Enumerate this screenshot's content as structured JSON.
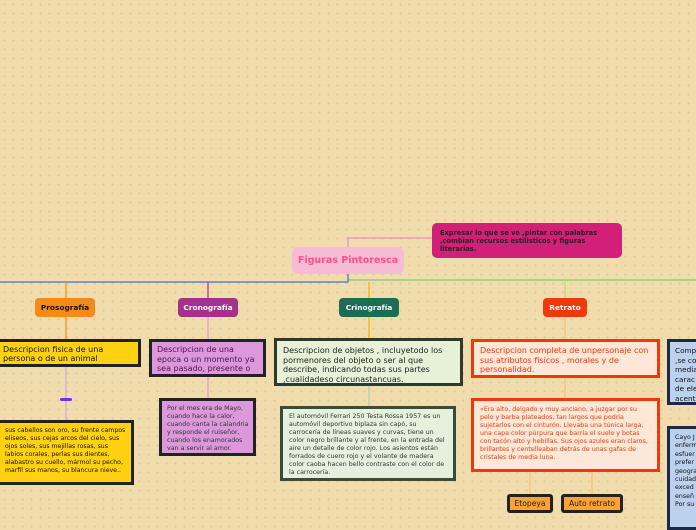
{
  "central": "Figuras Pintoresca",
  "callout": "Expresar lo que se ve ,pintar con palabras ,combian recursos estilisticos y figuras literarias.",
  "branches": {
    "prosografia": "Prosografía",
    "cronografia": "Cronografía",
    "crinografia": "Crinografía",
    "retrato": "Retrato"
  },
  "cards": {
    "prosografia_desc": "Descripcion fisica de una persona o de un animal",
    "prosografia_example": "sus cabellos son oro, su frente campos eliseos, sus cejas arcos del cielo, sus ojos soles, sus mejillas rosas, sus labios corales, perlas sus dientes, alabastro su cuello, mármol su pecho, marfil sus manos, su blancura nieve..",
    "cronografia_desc": "Descripcion de una epoca o un momento ya sea pasado, presente o futuro",
    "cronografia_example": "Por el mes era de Mayo, cuando hace la calor, cuando canta la calandria y responde el ruiseñor, cuando los enamorados van a servir al amor.",
    "crinografia_desc": "Descripcion de objetos , incluyetodo los pormenores del objeto o ser al que describe, indicando todas sus partes ,cualidadeso circunastancuas.",
    "crinografia_example": "El automóvil Ferrari 250 Testa Rossa 1957 es un automóvil deportivo biplaza sin capó, su carrocería de líneas suaves y curvas, tiene un color negro brillante y al frente, en la entrada del aire un detalle de color rojo. Los asientos están forrados de cuero rojo y el volante de madera color caoba hacen bello contraste con el color de la carrocería.",
    "retrato_desc": "Descripcion completa de unpersonaje con sus atributos fisicos , morales y de personalidad.",
    "retrato_example": "«Era alto, delgado y muy anciano, a juzgar por su pelo y barba plateados, tan largos que podría sujetarlos con el cinturón. Llevaba una túnica larga, una capa color púrpura que barría el suelo y botas con tacón alto y hebillas. Sus ojos azules eran claros, brillantes y centelleaban detrás de unas gafas de cristales de media luna.",
    "right_desc": "Comp ,se co media carac de ele acent",
    "right_example": "Cayo J enferm esfuer prefer geogra cuidad exced enseñ Por su"
  },
  "chips": {
    "etopeya": "Etopeya",
    "auto_retrato": "Auto retrato"
  },
  "colors": {
    "background": "#f1dcae",
    "central_fill": "#f6bcd5",
    "central_text": "#ff4f8e",
    "callout": "#d21f78",
    "prosografia": "#f58b16",
    "cronografia": "#a6308c",
    "crinografia": "#1c6c56",
    "retrato": "#ee3a0b"
  }
}
